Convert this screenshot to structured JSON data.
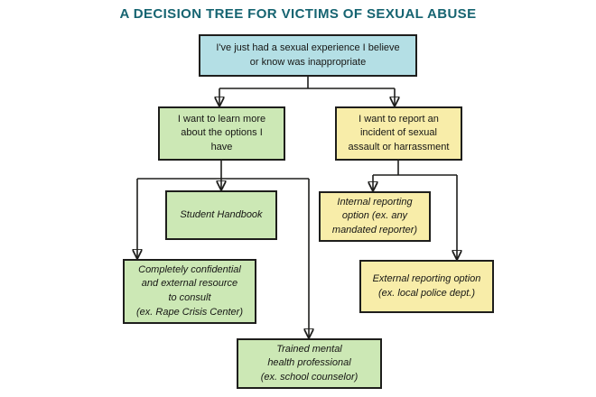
{
  "title": "A DECISION TREE FOR VICTIMS OF SEXUAL ABUSE",
  "colors": {
    "blue": "#b4dfe5",
    "green": "#cce8b5",
    "yellow": "#f8eda9",
    "line": "#1e1e1c",
    "title": "#166471"
  },
  "nodes": {
    "start": {
      "lines": [
        "I've just had a sexual experience I believe",
        "or know was inappropriate"
      ]
    },
    "learn": {
      "lines": [
        "I want to learn more",
        "about the options I",
        "have"
      ]
    },
    "report": {
      "lines": [
        "I want to report an",
        "incident of sexual",
        "assault or harrassment"
      ]
    },
    "handbook": {
      "lines": [
        "Student Handbook"
      ]
    },
    "internal": {
      "lines": [
        "Internal reporting",
        "option (ex. any",
        "mandated reporter)"
      ]
    },
    "confidential": {
      "lines": [
        "Completely confidential",
        "and external resource",
        "to consult",
        "(ex. Rape Crisis Center)"
      ]
    },
    "external": {
      "lines": [
        "External reporting option",
        "(ex. local police dept.)"
      ]
    },
    "mental": {
      "lines": [
        "Trained mental",
        "health professional",
        "(ex. school counselor)"
      ]
    }
  }
}
